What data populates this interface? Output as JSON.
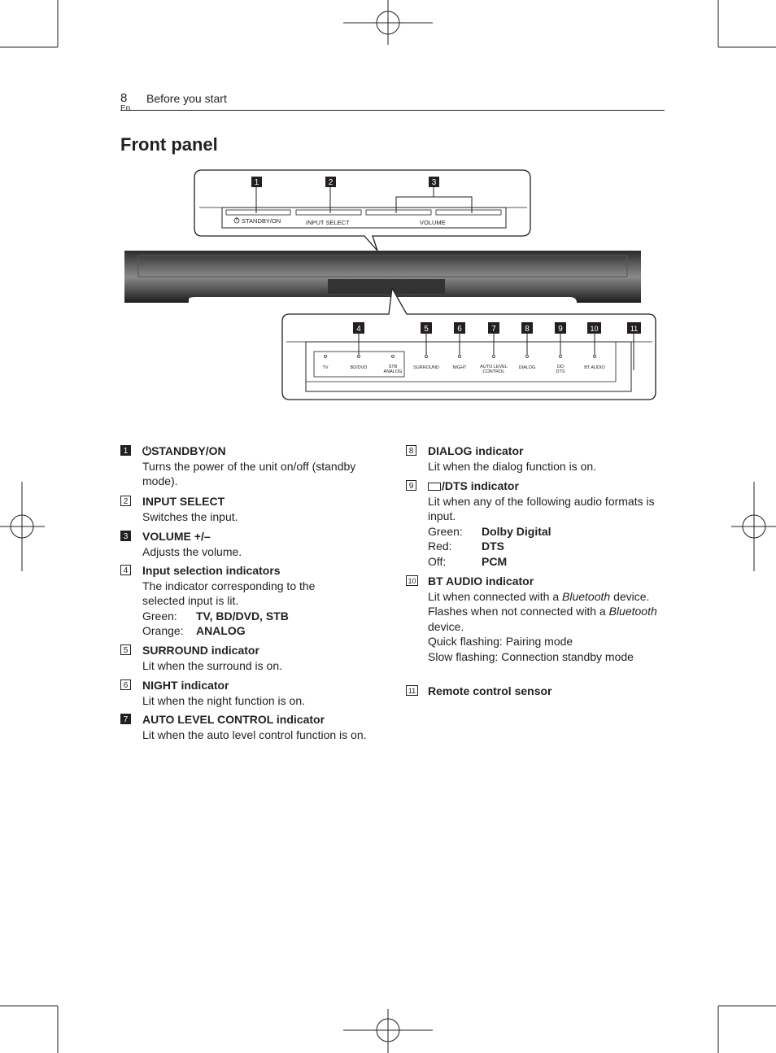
{
  "header": {
    "page_number": "8",
    "language": "En",
    "section": "Before you start"
  },
  "title": "Front panel",
  "diagram": {
    "top_callouts": [
      "1",
      "2",
      "3"
    ],
    "top_labels": {
      "standby": "STANDBY/ON",
      "input": "INPUT SELECT",
      "volume": "VOLUME"
    },
    "bottom_callouts": [
      "4",
      "5",
      "6",
      "7",
      "8",
      "9",
      "10",
      "11"
    ],
    "indicator_labels": {
      "tv": "TV",
      "bddvd": "BD/DVD",
      "stb": "STB",
      "analog": "ANALOG",
      "surround": "SURROUND",
      "night": "NIGHT",
      "auto1": "AUTO LEVEL",
      "auto2": "CONTROL",
      "dialog": "DIALOG",
      "dolby": "DD",
      "dts": "DTS",
      "bt": "BT AUDIO"
    }
  },
  "left_items": [
    {
      "num": "1",
      "title": "STANDBY/ON",
      "desc": "Turns the power of the unit on/off (standby mode)."
    },
    {
      "num": "2",
      "title": "INPUT SELECT",
      "desc": "Switches the input."
    },
    {
      "num": "3",
      "title": "VOLUME +/–",
      "desc": "Adjusts the volume."
    },
    {
      "num": "4",
      "title": "Input selection indicators",
      "desc": "The indicator corresponding to the selected input is lit.",
      "rows": [
        {
          "label": "Green:",
          "value": "TV, BD/DVD, STB"
        },
        {
          "label": "Orange:",
          "value": "ANALOG"
        }
      ]
    },
    {
      "num": "5",
      "title": "SURROUND indicator",
      "desc": "Lit when the surround is on."
    },
    {
      "num": "6",
      "title": "NIGHT indicator",
      "desc": "Lit when the night function is on."
    },
    {
      "num": "7",
      "title": "AUTO LEVEL CONTROL indicator",
      "desc": "Lit when the auto level control function is on."
    }
  ],
  "right_items": [
    {
      "num": "8",
      "title": "DIALOG indicator",
      "desc": "Lit when the dialog function is on."
    },
    {
      "num": "9",
      "title": "/DTS indicator",
      "desc": "Lit when any of the following audio formats is input.",
      "rows": [
        {
          "label": "Green:",
          "value": "Dolby Digital"
        },
        {
          "label": "Red:",
          "value": "DTS"
        },
        {
          "label": "Off:",
          "value": "PCM"
        }
      ]
    },
    {
      "num": "10",
      "title": "BT AUDIO indicator",
      "desc1": "Lit when connected with a",
      "desc1_em": "Bluetooth",
      "desc1_end": "device.",
      "desc2": "Flashes when not connected with a",
      "desc2_em": "Bluetooth",
      "desc2_end": "device.",
      "desc3": "Quick flashing: Pairing mode",
      "desc4": "Slow flashing: Connection standby mode"
    },
    {
      "num": "11",
      "title": "Remote control sensor"
    }
  ]
}
